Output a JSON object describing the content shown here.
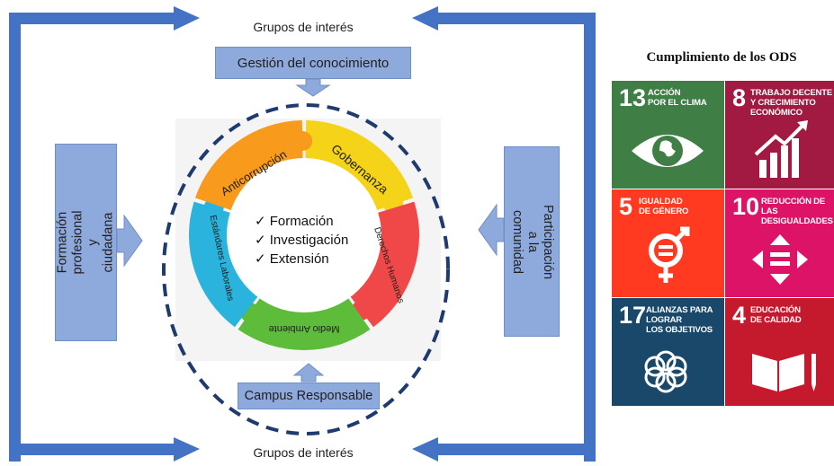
{
  "labels": {
    "top_stakeholders": "Grupos de interés",
    "bottom_stakeholders": "Grupos de interés",
    "knowledge": "Gestión del conocimiento",
    "left_box": "Formación profesional y ciudadana",
    "right_box": "Participación a la comunidad",
    "campus": "Campus Responsable"
  },
  "wheel": {
    "segments": [
      {
        "label": "Gobernanza",
        "color": "#f5d318"
      },
      {
        "label": "Derechos Humanos",
        "color": "#f04848"
      },
      {
        "label": "Medio Ambiente",
        "color": "#5dbd3a"
      },
      {
        "label": "Estándares Laborales",
        "color": "#2ab3dd"
      },
      {
        "label": "Anticorrupción",
        "color": "#f89a1c"
      }
    ],
    "center_items": [
      "Formación",
      "Investigación",
      "Extensión"
    ],
    "check_mark": "✓"
  },
  "sdg_panel": {
    "title": "Cumplimiento de los ODS",
    "goals": [
      {
        "number": "13",
        "text": "ACCIÓN\nPOR EL CLIMA",
        "color": "#3f7e44",
        "icon": "eye-globe-icon"
      },
      {
        "number": "8",
        "text": "TRABAJO DECENTE\nY CRECIMIENTO\nECONÓMICO",
        "color": "#a21942",
        "icon": "growth-chart-icon"
      },
      {
        "number": "5",
        "text": "IGUALDAD\nDE GÉNERO",
        "color": "#ff3a21",
        "icon": "gender-equality-icon"
      },
      {
        "number": "10",
        "text": "REDUCCIÓN DE LAS\nDESIGUALDADES",
        "color": "#dd1367",
        "icon": "equality-arrows-icon"
      },
      {
        "number": "17",
        "text": "ALIANZAS PARA\nLOGRAR\nLOS OBJETIVOS",
        "color": "#19486a",
        "icon": "flower-rings-icon"
      },
      {
        "number": "4",
        "text": "EDUCACIÓN\nDE CALIDAD",
        "color": "#c5192d",
        "icon": "book-pencil-icon"
      }
    ]
  }
}
